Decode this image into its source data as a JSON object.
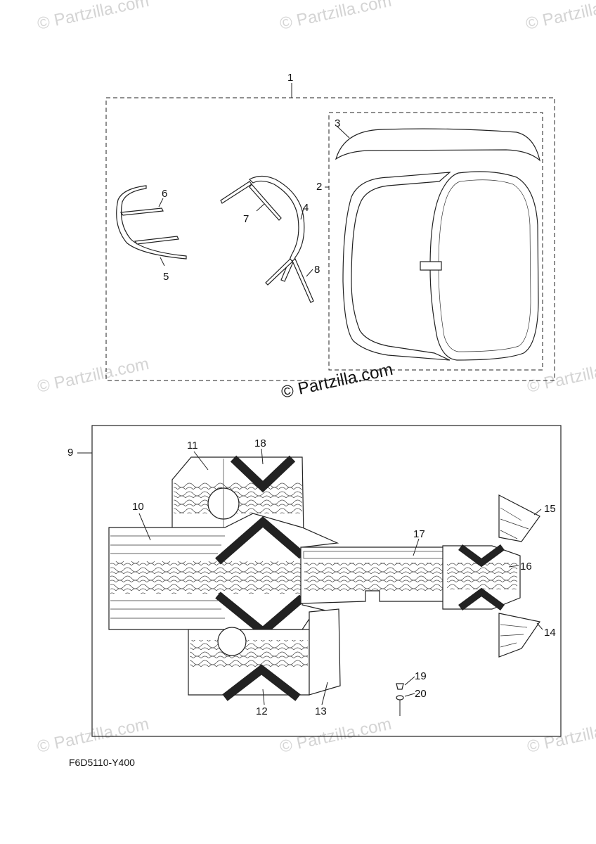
{
  "watermark": "© Partzilla.com",
  "diagram_code": "F6D5110-Y400",
  "callouts": [
    "1",
    "2",
    "3",
    "4",
    "5",
    "6",
    "7",
    "8",
    "9",
    "10",
    "11",
    "12",
    "13",
    "14",
    "15",
    "16",
    "17",
    "18",
    "19",
    "20"
  ]
}
